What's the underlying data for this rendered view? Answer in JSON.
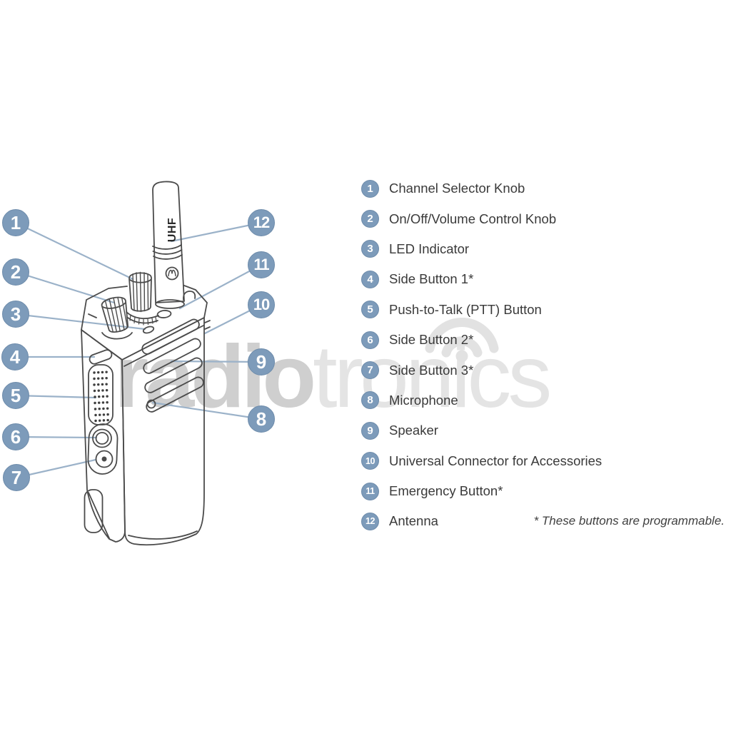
{
  "watermark": {
    "text_bold": "radio",
    "text_light": "tronics",
    "icon": "wifi-arcs-icon"
  },
  "device": {
    "kind": "portable two-way radio line drawing",
    "antenna_marking": "UHF",
    "brand_mark": "motorola-m-logo"
  },
  "legend": {
    "items": [
      {
        "number": "1",
        "label": "Channel Selector Knob"
      },
      {
        "number": "2",
        "label": "On/Off/Volume Control Knob"
      },
      {
        "number": "3",
        "label": "LED Indicator"
      },
      {
        "number": "4",
        "label": "Side Button 1*"
      },
      {
        "number": "5",
        "label": "Push-to-Talk (PTT) Button"
      },
      {
        "number": "6",
        "label": "Side Button 2*"
      },
      {
        "number": "7",
        "label": "Side Button 3*"
      },
      {
        "number": "8",
        "label": "Microphone"
      },
      {
        "number": "9",
        "label": "Speaker"
      },
      {
        "number": "10",
        "label": "Universal Connector for Accessories"
      },
      {
        "number": "11",
        "label": "Emergency Button*"
      },
      {
        "number": "12",
        "label": "Antenna"
      }
    ],
    "footnote": "* These buttons are programmable."
  },
  "colors": {
    "callout_fill": "#7d9bba",
    "callout_border": "#6e8cab",
    "callout_line": "#9bb2c9",
    "artwork_ink": "#4b4b4b",
    "legend_text": "#3a3a3a",
    "watermark_dark": "#cfcfcf",
    "watermark_light": "#e4e4e4"
  }
}
